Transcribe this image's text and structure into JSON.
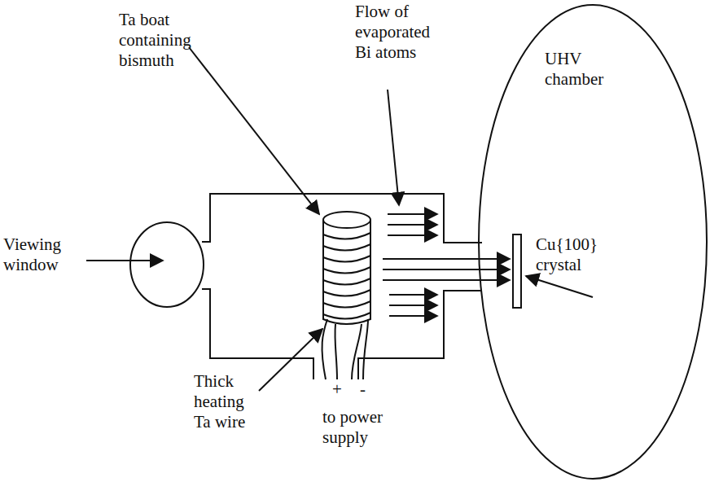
{
  "diagram": {
    "nodes": [
      {
        "text": [
          "UHV chamber"
        ]
      }
    ],
    "labels": [
      "Ta boat containing bismuth",
      "Flow of evaporated Bi atoms",
      "Viewing window",
      "Cu{100} crystal",
      "Thick heating Ta wire",
      "+",
      "-",
      "to power supply"
    ]
  }
}
